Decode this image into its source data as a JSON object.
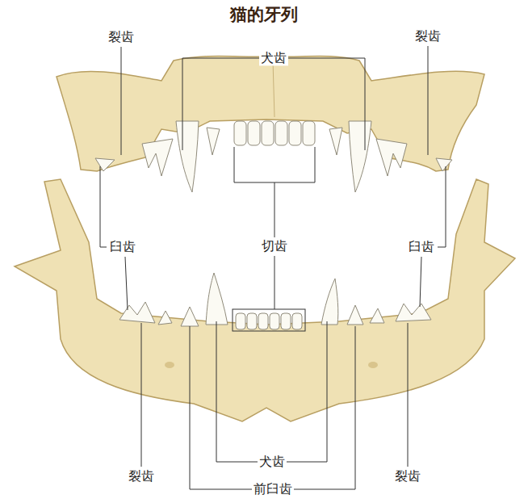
{
  "diagram": {
    "title": "猫的牙列",
    "labels": [
      "裂齿",
      "犬齿",
      "裂齿",
      "臼齿",
      "切齿",
      "臼齿",
      "裂齿",
      "犬齿",
      "裂齿",
      "前臼齿"
    ]
  }
}
